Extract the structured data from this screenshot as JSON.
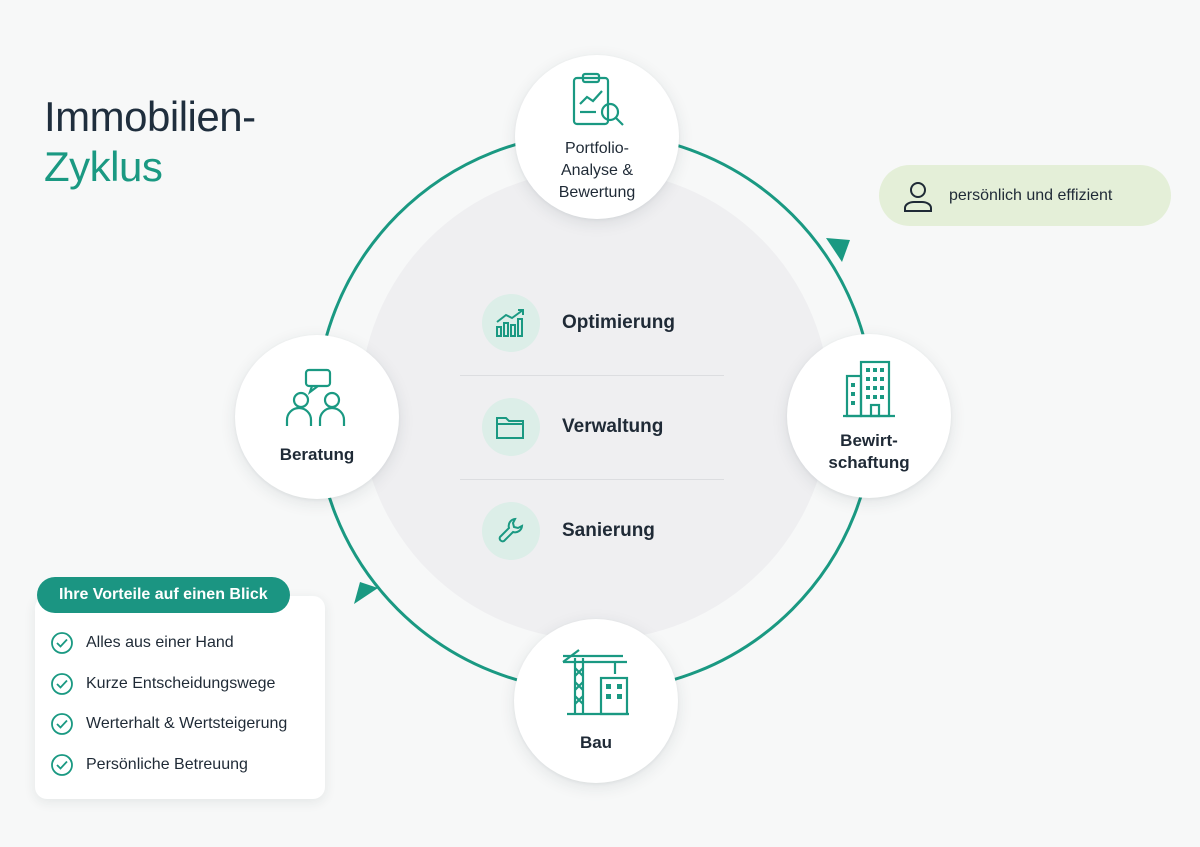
{
  "title": {
    "line1": "Immobilien-",
    "line2": "Zyklus"
  },
  "colors": {
    "accent": "#1a9982",
    "accent_dark": "#1b9582",
    "badge_bg": "#e4efd8",
    "icon_bg": "#dceee8"
  },
  "cycle": [
    {
      "id": "portfolio",
      "label": "Portfolio-\nAnalyse &\nBewertung",
      "icon": "clipboard-search-icon"
    },
    {
      "id": "bewirtschaftung",
      "label": "Bewirt-\nschaftung",
      "icon": "office-building-icon"
    },
    {
      "id": "bau",
      "label": "Bau",
      "icon": "construction-crane-icon"
    },
    {
      "id": "beratung",
      "label": "Beratung",
      "icon": "people-chat-icon"
    }
  ],
  "center_items": [
    {
      "label": "Optimierung",
      "icon": "growth-chart-icon"
    },
    {
      "label": "Verwaltung",
      "icon": "folder-icon"
    },
    {
      "label": "Sanierung",
      "icon": "wrench-icon"
    }
  ],
  "badge": {
    "label": "persönlich und effizient",
    "icon": "person-icon"
  },
  "benefits": {
    "heading": "Ihre Vorteile auf einen Blick",
    "items": [
      "Alles aus einer Hand",
      "Kurze Entscheidungswege",
      "Werterhalt & Wertsteigerung",
      "Persönliche Betreuung"
    ]
  }
}
